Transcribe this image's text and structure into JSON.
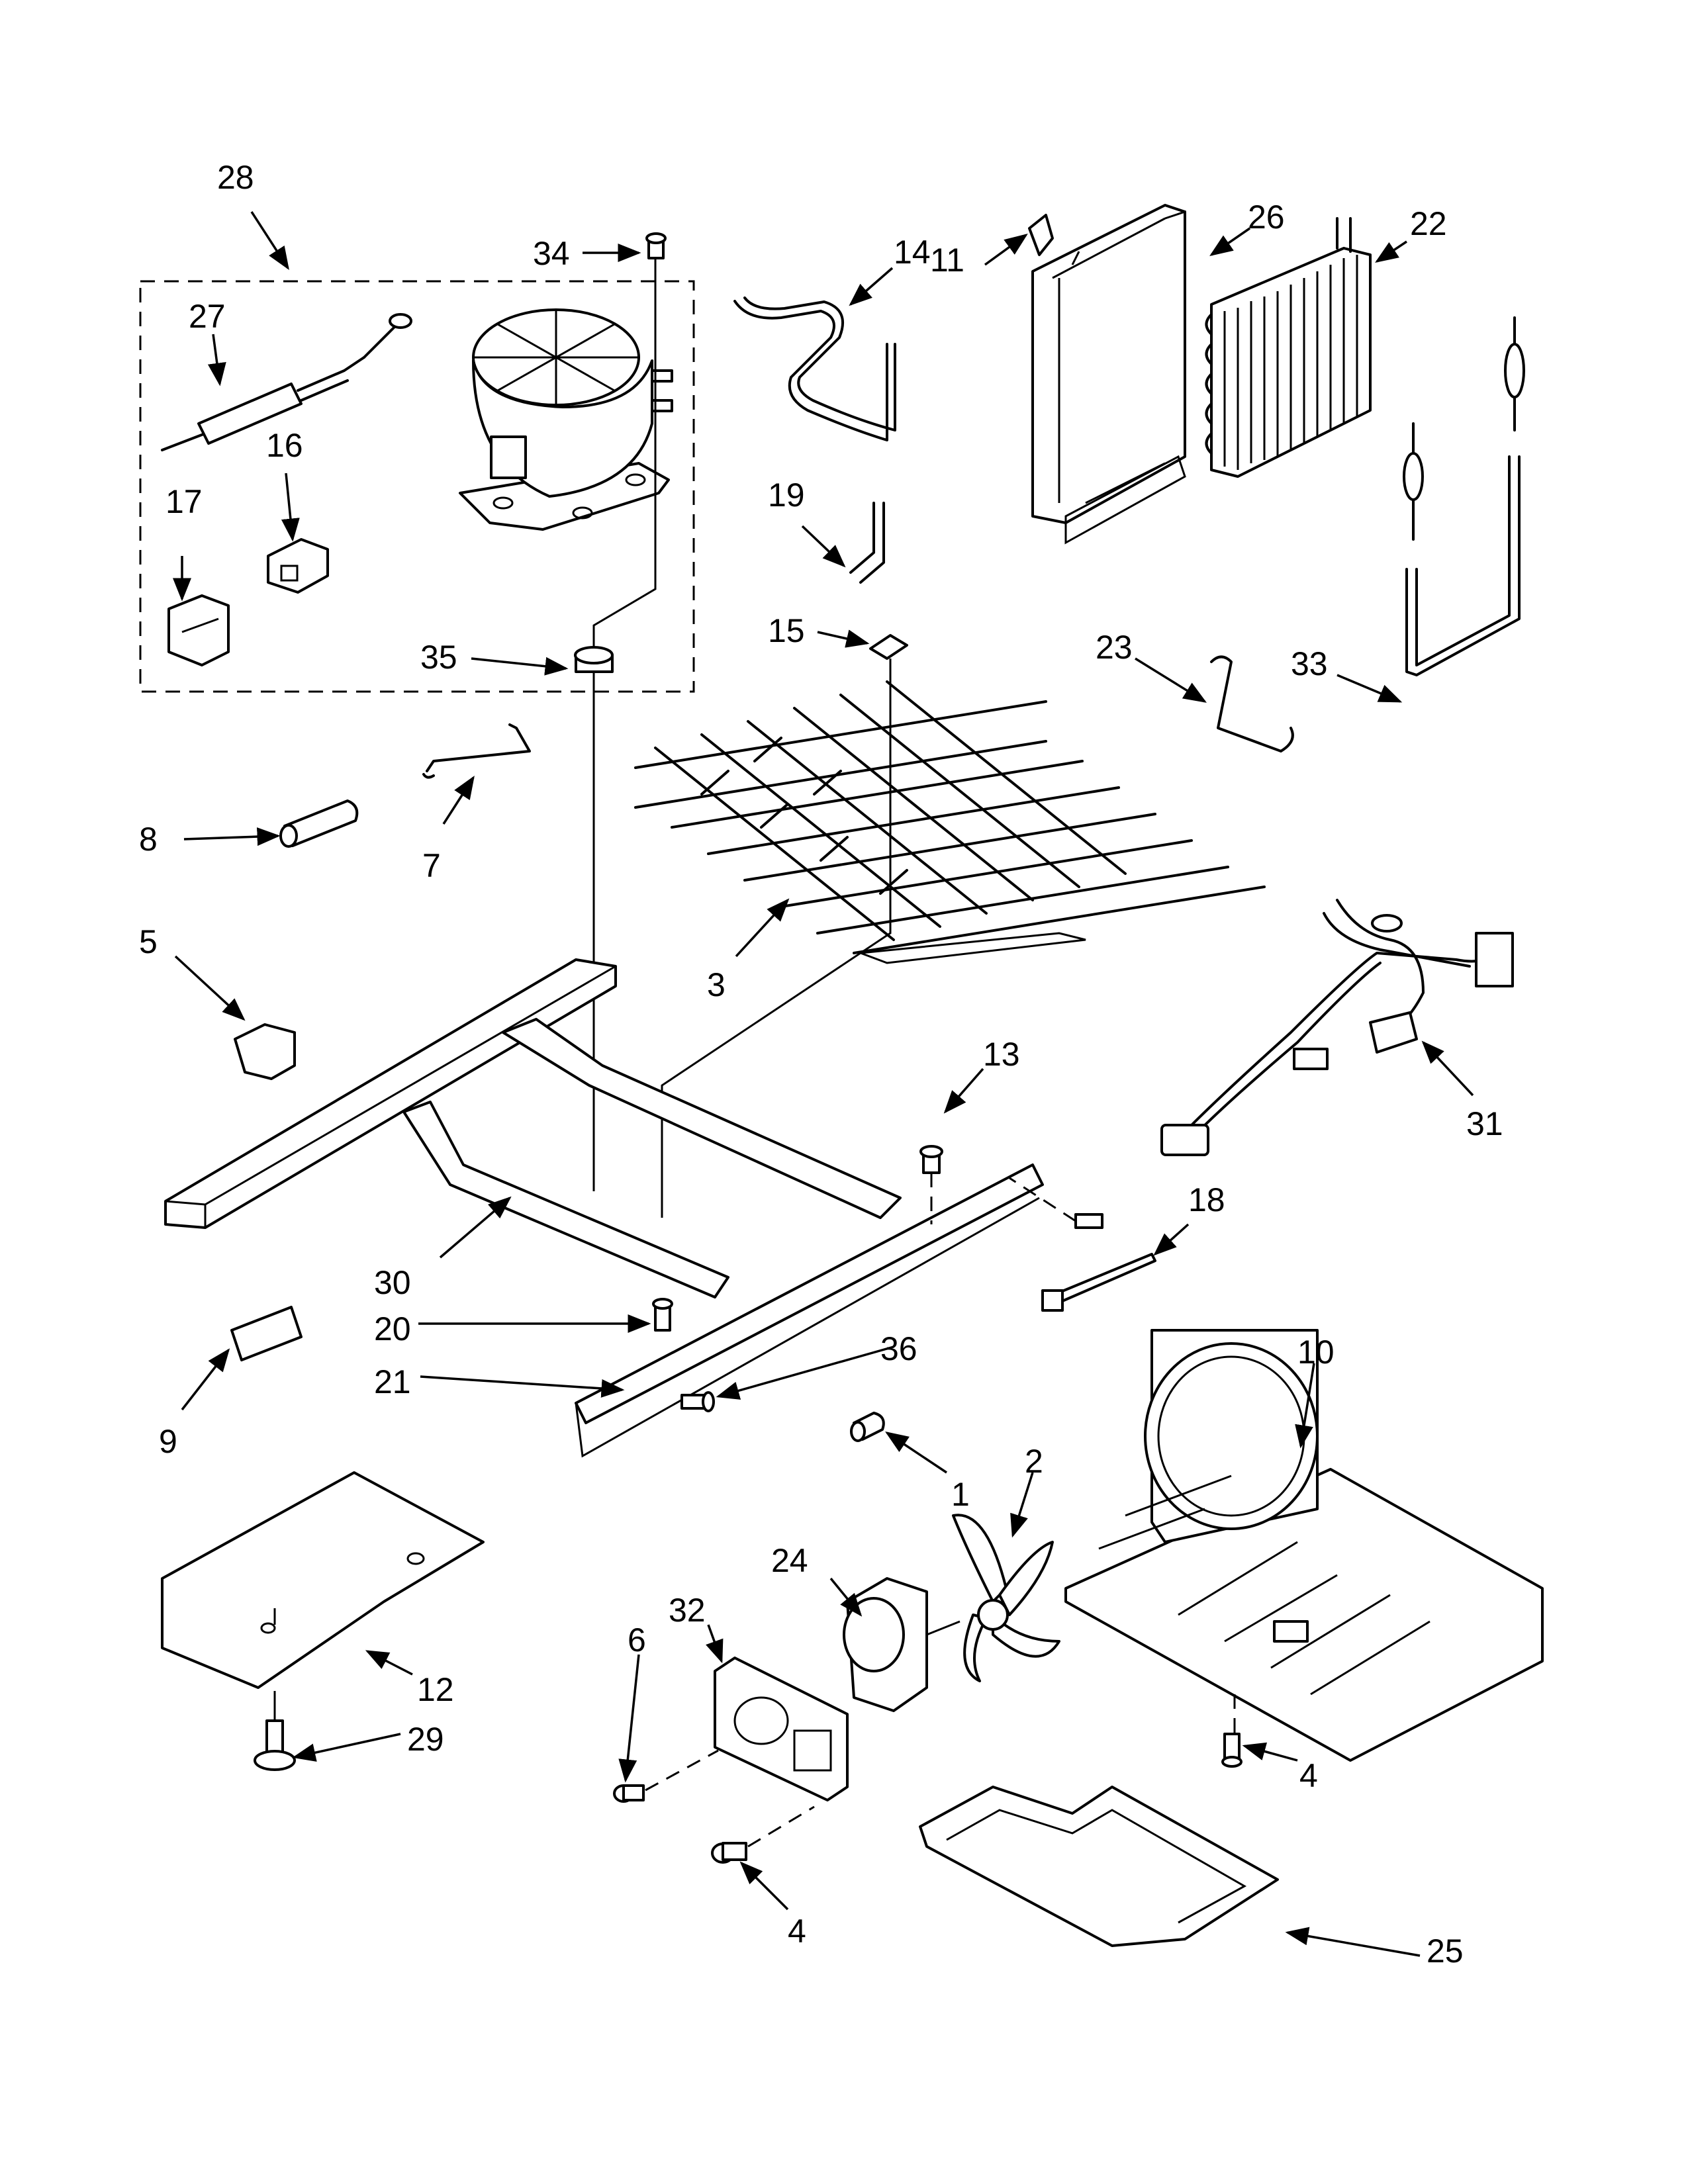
{
  "diagram": {
    "type": "exploded-parts-view",
    "part_numbers": [
      "1",
      "2",
      "3",
      "4",
      "5",
      "6",
      "7",
      "8",
      "9",
      "10",
      "11",
      "12",
      "13",
      "14",
      "15",
      "16",
      "17",
      "18",
      "19",
      "20",
      "21",
      "22",
      "23",
      "24",
      "25",
      "26",
      "27",
      "28",
      "29",
      "30",
      "31",
      "32",
      "33",
      "34",
      "35",
      "36"
    ],
    "callouts": [
      {
        "id": "28",
        "text": "28"
      },
      {
        "id": "34",
        "text": "34"
      },
      {
        "id": "14",
        "text": "14"
      },
      {
        "id": "11",
        "text": "11"
      },
      {
        "id": "26",
        "text": "26"
      },
      {
        "id": "22",
        "text": "22"
      },
      {
        "id": "27",
        "text": "27"
      },
      {
        "id": "16",
        "text": "16"
      },
      {
        "id": "17",
        "text": "17"
      },
      {
        "id": "19",
        "text": "19"
      },
      {
        "id": "35",
        "text": "35"
      },
      {
        "id": "15",
        "text": "15"
      },
      {
        "id": "23",
        "text": "23"
      },
      {
        "id": "33",
        "text": "33"
      },
      {
        "id": "8",
        "text": "8"
      },
      {
        "id": "7",
        "text": "7"
      },
      {
        "id": "5",
        "text": "5"
      },
      {
        "id": "3",
        "text": "3"
      },
      {
        "id": "13",
        "text": "13"
      },
      {
        "id": "31",
        "text": "31"
      },
      {
        "id": "30",
        "text": "30"
      },
      {
        "id": "18",
        "text": "18"
      },
      {
        "id": "20",
        "text": "20"
      },
      {
        "id": "36",
        "text": "36"
      },
      {
        "id": "10",
        "text": "10"
      },
      {
        "id": "21",
        "text": "21"
      },
      {
        "id": "9",
        "text": "9"
      },
      {
        "id": "1",
        "text": "1"
      },
      {
        "id": "2",
        "text": "2"
      },
      {
        "id": "24",
        "text": "24"
      },
      {
        "id": "32",
        "text": "32"
      },
      {
        "id": "12",
        "text": "12"
      },
      {
        "id": "6",
        "text": "6"
      },
      {
        "id": "29",
        "text": "29"
      },
      {
        "id": "4a",
        "text": "4"
      },
      {
        "id": "4b",
        "text": "4"
      },
      {
        "id": "25",
        "text": "25"
      }
    ]
  }
}
